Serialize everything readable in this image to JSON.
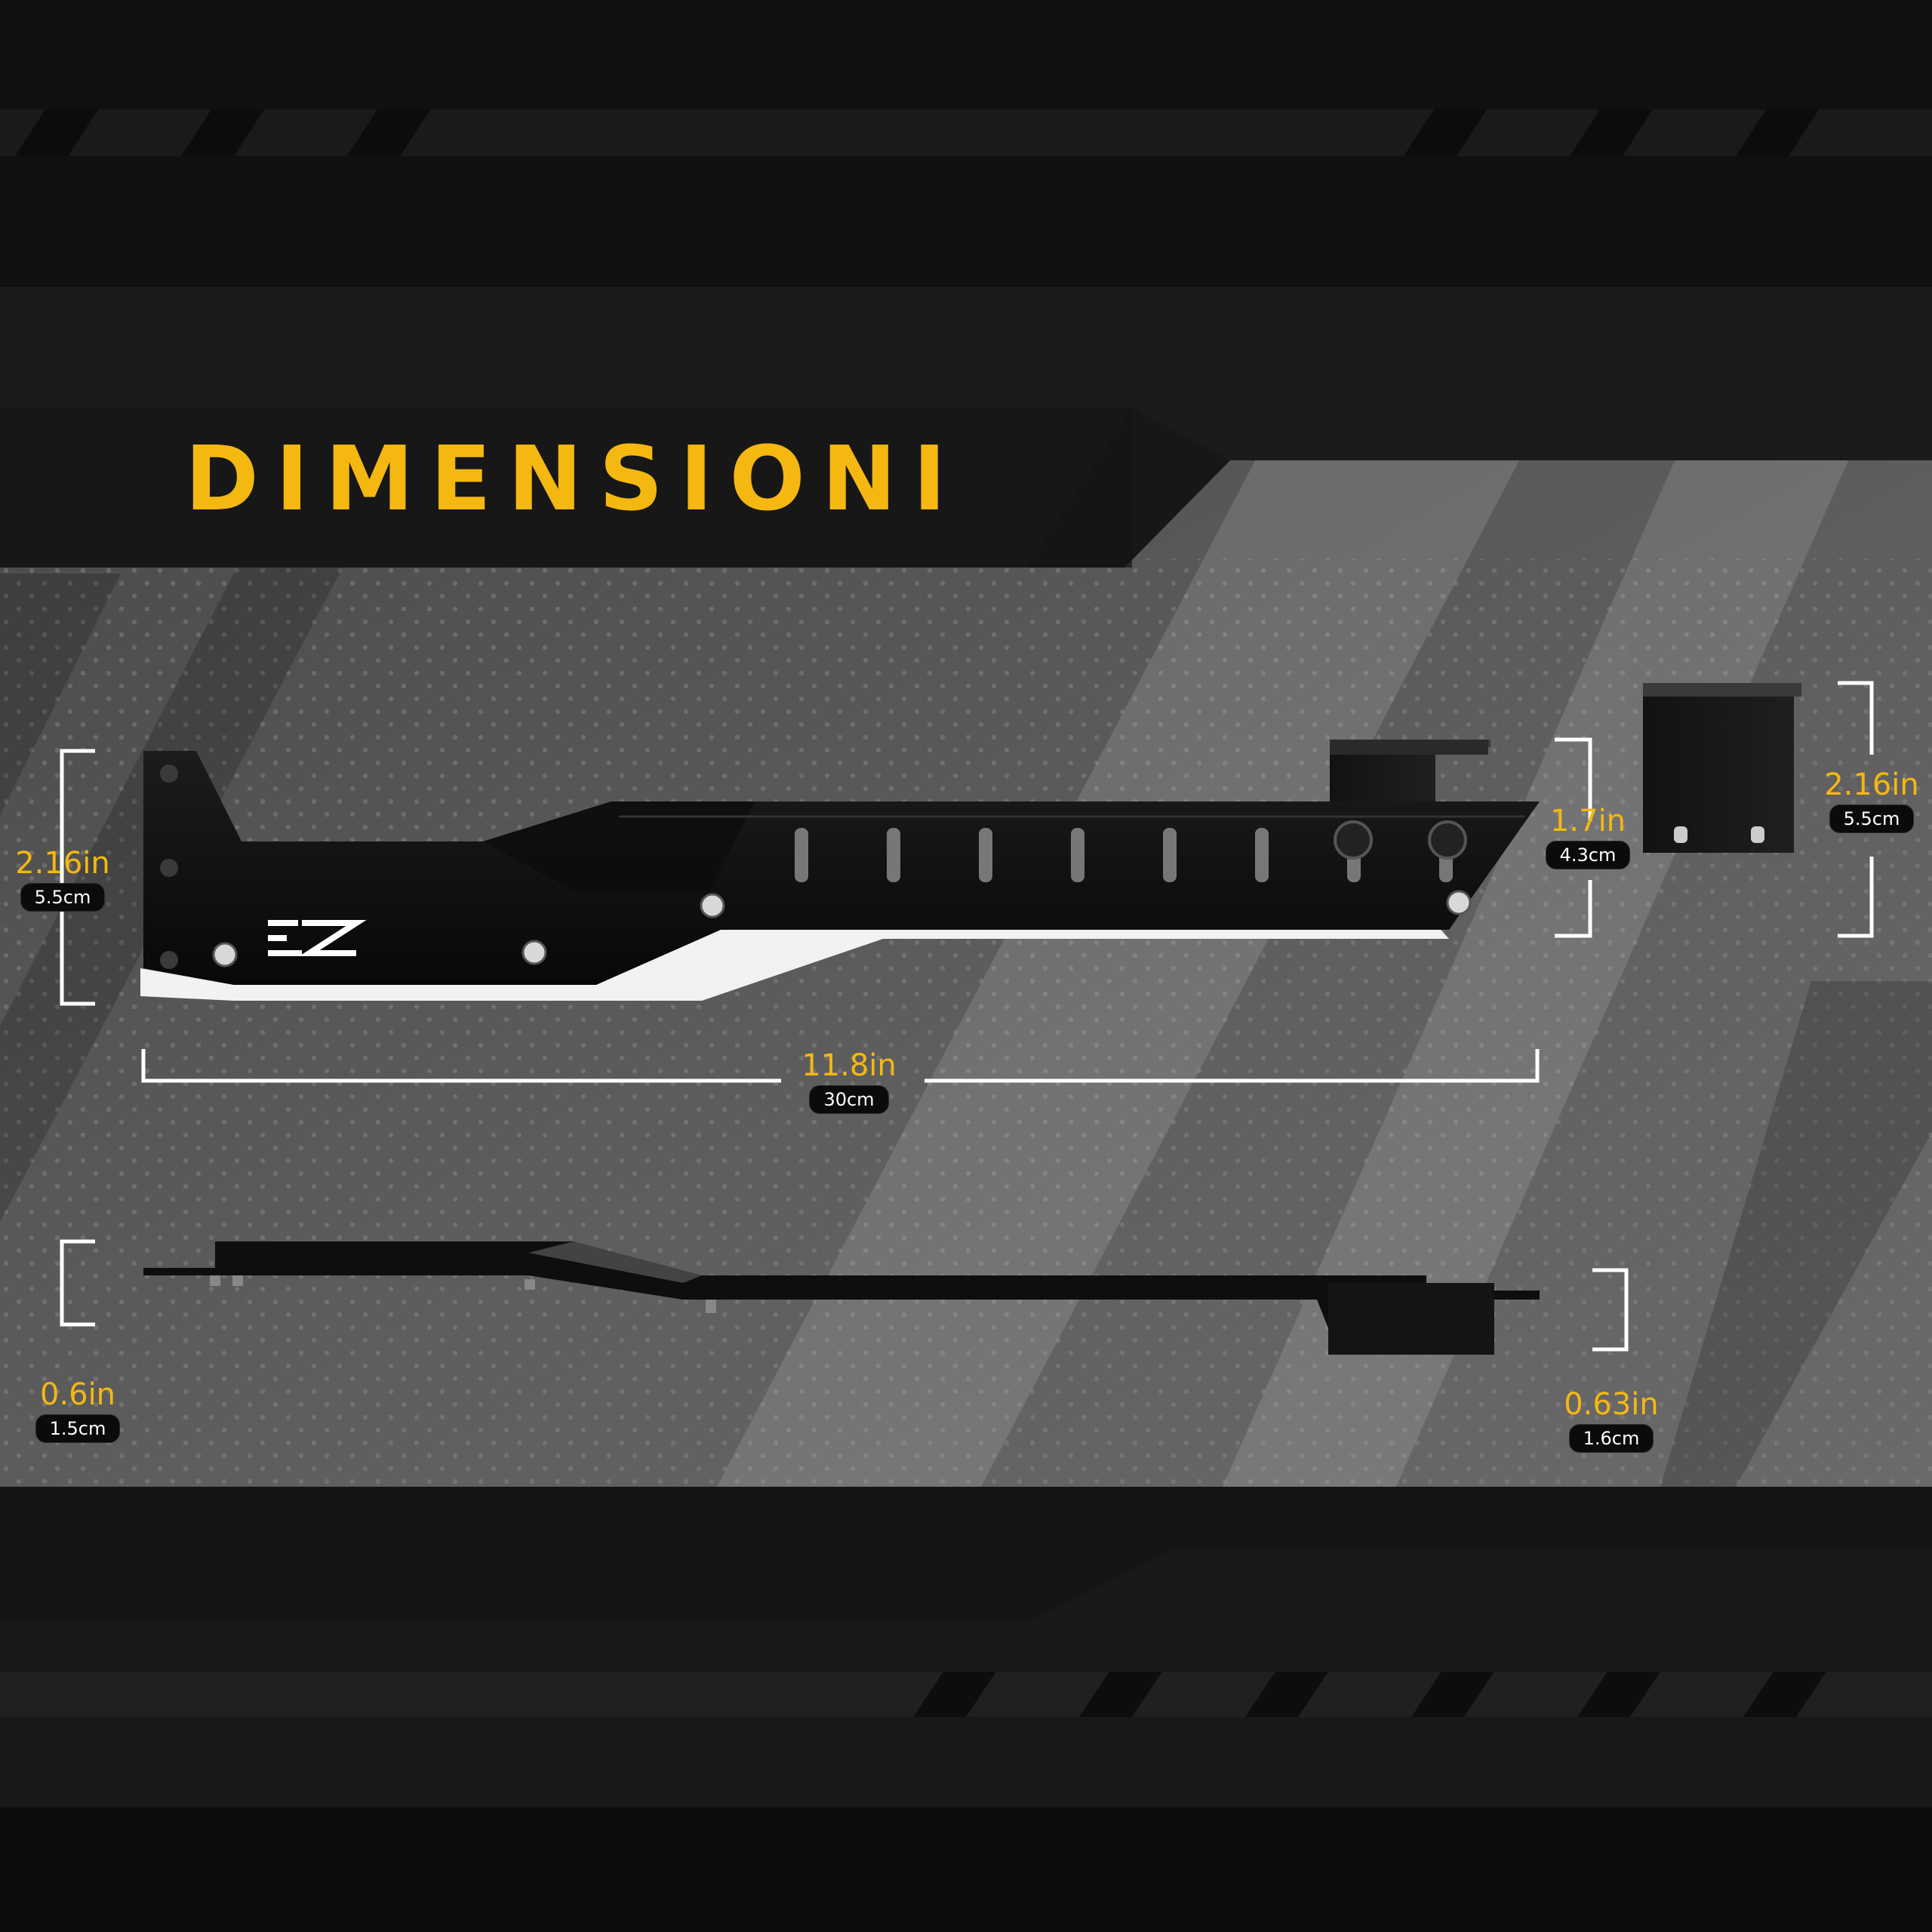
{
  "title": "DIMENSIONI",
  "logo_text": "EZ",
  "colors": {
    "accent": "#f5b811",
    "bracket": "#ffffff",
    "metal": "#0e0e0e"
  },
  "dimensions": {
    "left_height": {
      "inch": "2.16in",
      "cm": "5.5cm"
    },
    "length": {
      "inch": "11.8in",
      "cm": "30cm"
    },
    "support_height": {
      "inch": "1.7in",
      "cm": "4.3cm"
    },
    "part_height": {
      "inch": "2.16in",
      "cm": "5.5cm"
    },
    "side_left_thick": {
      "inch": "0.6in",
      "cm": "1.5cm"
    },
    "side_right_thick": {
      "inch": "0.63in",
      "cm": "1.6cm"
    }
  }
}
